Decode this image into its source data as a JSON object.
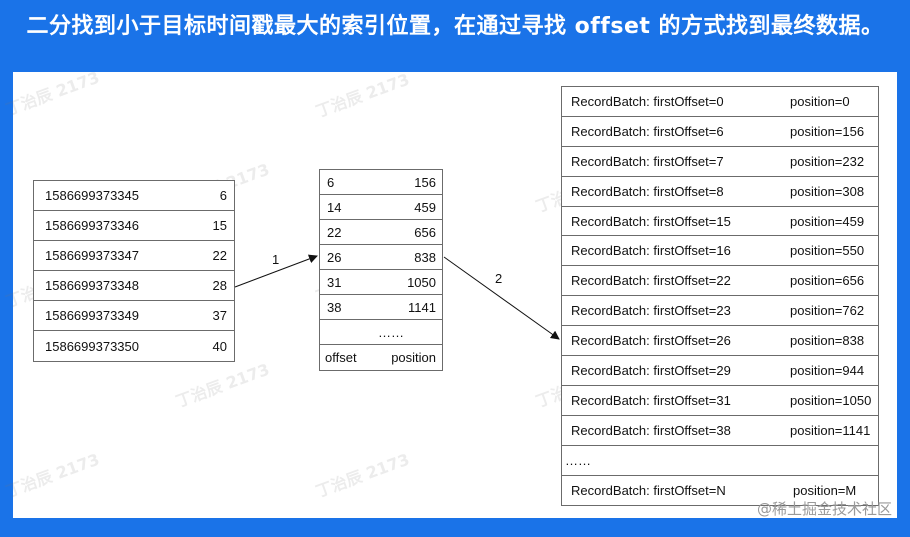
{
  "title": "二分找到小于目标时间戳最大的索引位置，在通过寻找 offset 的方式找到最终数据。",
  "timestamp_index": [
    {
      "timestamp": "1586699373345",
      "offset": "6"
    },
    {
      "timestamp": "1586699373346",
      "offset": "15"
    },
    {
      "timestamp": "1586699373347",
      "offset": "22"
    },
    {
      "timestamp": "1586699373348",
      "offset": "28"
    },
    {
      "timestamp": "1586699373349",
      "offset": "37"
    },
    {
      "timestamp": "1586699373350",
      "offset": "40"
    }
  ],
  "offset_index": {
    "rows": [
      {
        "offset": "6",
        "position": "156"
      },
      {
        "offset": "14",
        "position": "459"
      },
      {
        "offset": "22",
        "position": "656"
      },
      {
        "offset": "26",
        "position": "838"
      },
      {
        "offset": "31",
        "position": "1050"
      },
      {
        "offset": "38",
        "position": "1141"
      }
    ],
    "ellipsis": "……",
    "footer_offset": "offset",
    "footer_position": "position"
  },
  "log_segment": {
    "rows": [
      {
        "batch": "RecordBatch: firstOffset=0",
        "position": "position=0"
      },
      {
        "batch": "RecordBatch: firstOffset=6",
        "position": "position=156"
      },
      {
        "batch": "RecordBatch: firstOffset=7",
        "position": "position=232"
      },
      {
        "batch": "RecordBatch: firstOffset=8",
        "position": "position=308"
      },
      {
        "batch": "RecordBatch: firstOffset=15",
        "position": "position=459"
      },
      {
        "batch": "RecordBatch: firstOffset=16",
        "position": "position=550"
      },
      {
        "batch": "RecordBatch: firstOffset=22",
        "position": "position=656"
      },
      {
        "batch": "RecordBatch: firstOffset=23",
        "position": "position=762"
      },
      {
        "batch": "RecordBatch: firstOffset=26",
        "position": "position=838"
      },
      {
        "batch": "RecordBatch: firstOffset=29",
        "position": "position=944"
      },
      {
        "batch": "RecordBatch: firstOffset=31",
        "position": "position=1050"
      },
      {
        "batch": "RecordBatch: firstOffset=38",
        "position": "position=1141"
      }
    ],
    "ellipsis": "……",
    "last_batch": "RecordBatch: firstOffset=N",
    "last_position": "position=M"
  },
  "arrows": {
    "step1": "1",
    "step2": "2"
  },
  "watermark": "丁治辰 2173",
  "credit": "@稀土掘金技术社区",
  "colors": {
    "background": "#1a73e8",
    "canvas": "#ffffff",
    "border": "#6b6b6b"
  }
}
